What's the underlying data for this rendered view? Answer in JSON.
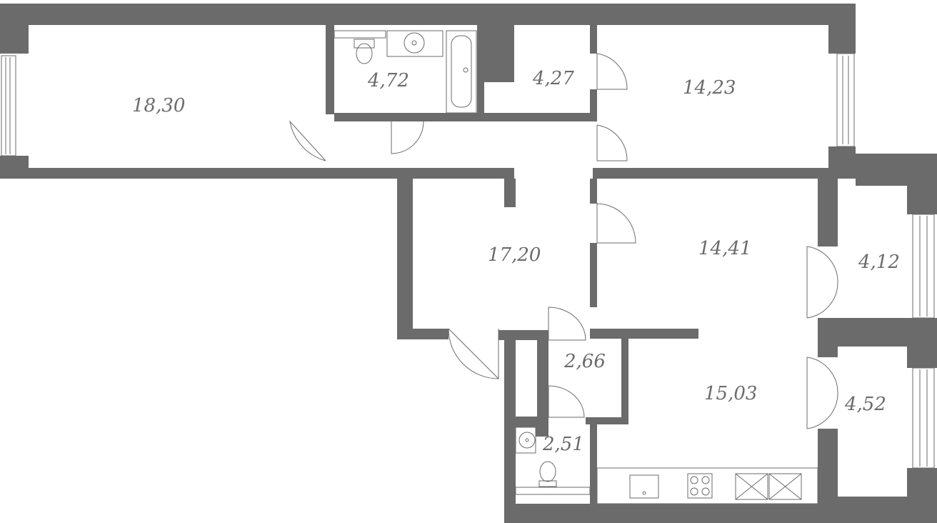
{
  "rooms": {
    "room_1": {
      "area": "18,30"
    },
    "room_2": {
      "area": "4,72"
    },
    "room_3": {
      "area": "4,27"
    },
    "room_4": {
      "area": "14,23"
    },
    "room_5": {
      "area": "17,20"
    },
    "room_6": {
      "area": "14,41"
    },
    "room_7": {
      "area": "4,12"
    },
    "room_8": {
      "area": "2,66"
    },
    "room_9": {
      "area": "15,03"
    },
    "room_10": {
      "area": "4,52"
    },
    "room_11": {
      "area": "2,51"
    }
  },
  "colors": {
    "wall": "#6b6b6b",
    "background": "#ffffff"
  },
  "icons": [
    "toilet-icon",
    "sink-icon",
    "bathtub-icon",
    "kitchen-sink-icon",
    "stove-icon",
    "appliance-cross-icon"
  ]
}
